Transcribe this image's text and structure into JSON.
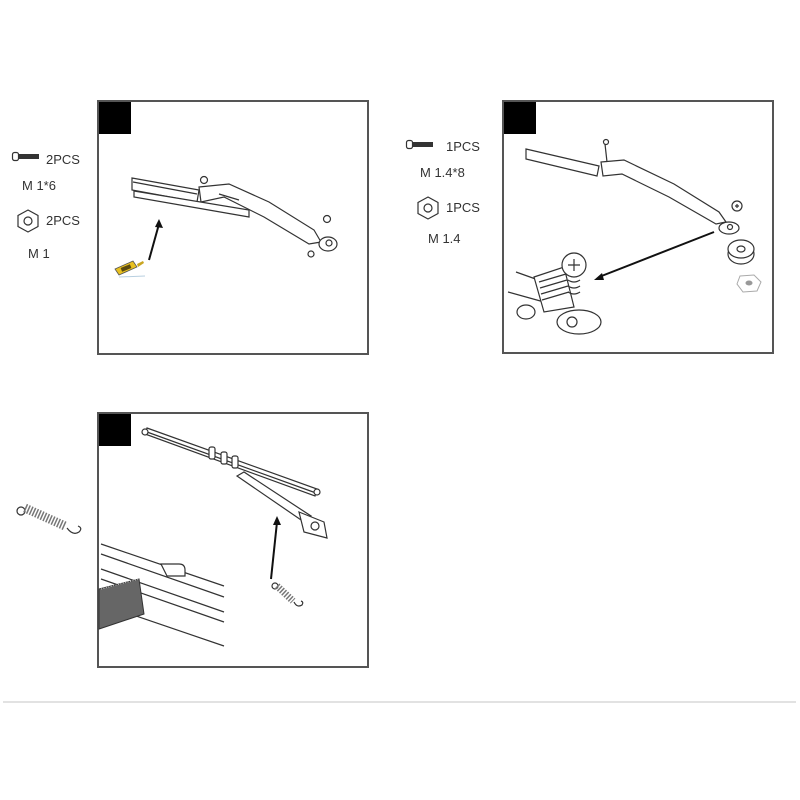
{
  "document": {
    "type": "assembly-instructions",
    "divider_color": "#e2e2e2",
    "panel_border_color": "#555555",
    "step_badge_color": "#000000"
  },
  "steps": [
    {
      "step_label": "",
      "parts": [
        {
          "icon": "screw-icon",
          "quantity": "2PCS",
          "spec": "M 1*6"
        },
        {
          "icon": "hex-nut-icon",
          "quantity": "2PCS",
          "spec": "M 1"
        }
      ],
      "illustration": "linkage-arm-with-glue",
      "accessory": {
        "icon": "glue-tube-icon",
        "color": "#e8c020"
      }
    },
    {
      "step_label": "",
      "parts": [
        {
          "icon": "screw-icon",
          "quantity": "1PCS",
          "spec": "M 1.4*8"
        },
        {
          "icon": "hex-nut-icon",
          "quantity": "1PCS",
          "spec": "M 1.4"
        }
      ],
      "illustration": "linkage-arm-with-spring-detail"
    },
    {
      "step_label": "",
      "parts": [
        {
          "icon": "spring-icon",
          "quantity": "",
          "spec": ""
        }
      ],
      "illustration": "linkage-arm-spring-install"
    }
  ]
}
